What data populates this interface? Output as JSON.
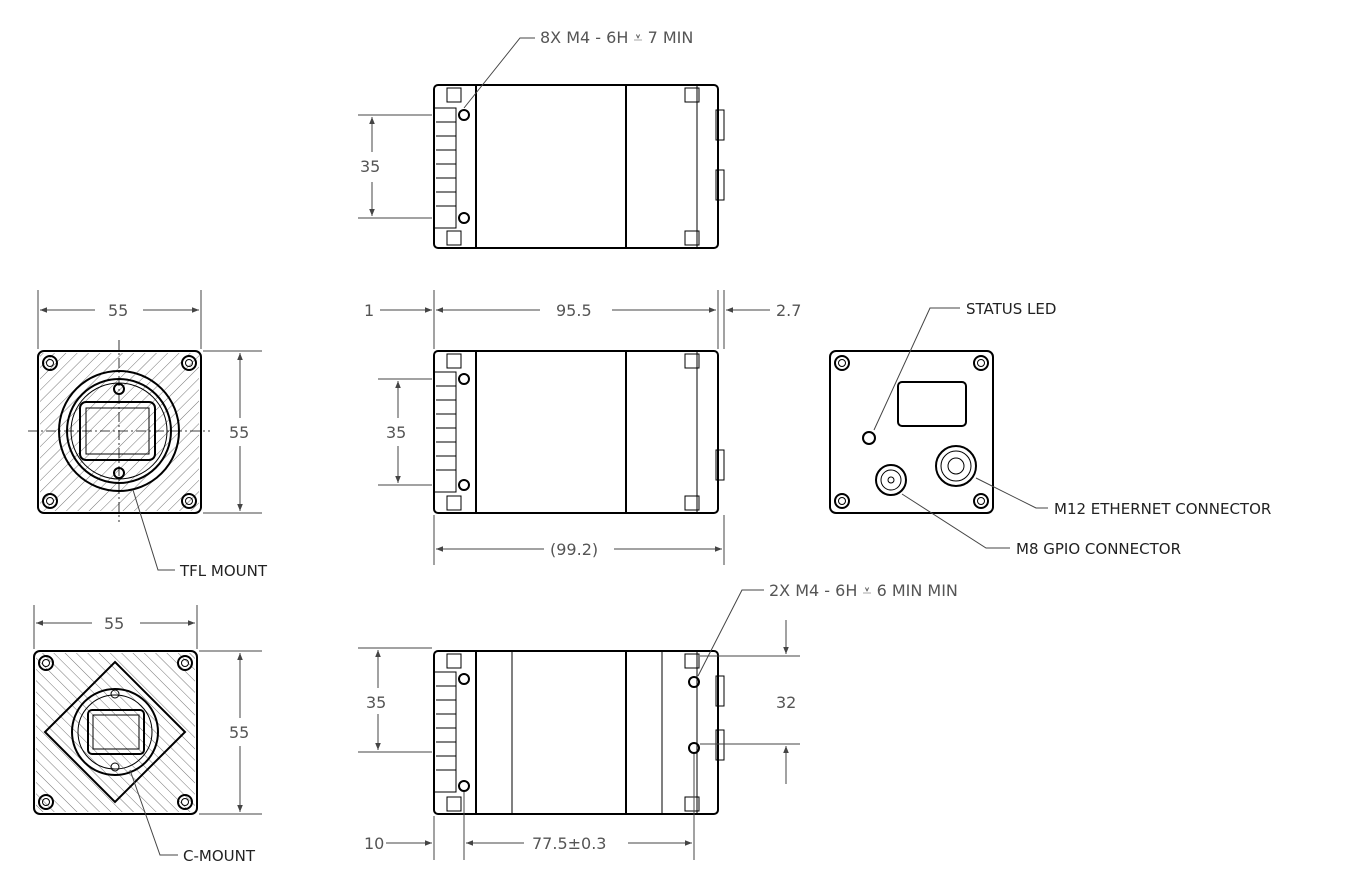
{
  "callouts": {
    "top_holes": "8X M4 - 6H ⩡ 7 MIN",
    "bottom_holes": "2X M4 - 6H ⩡ 6 MIN MIN",
    "status_led": "STATUS LED",
    "m12": "M12 ETHERNET CONNECTOR",
    "m8": "M8 GPIO CONNECTOR",
    "tfl": "TFL MOUNT",
    "cmount": "C-MOUNT"
  },
  "dimensions": {
    "top_height": "35",
    "front_tfl_width": "55",
    "front_tfl_height": "55",
    "side_left_offset": "1",
    "side_length": "95.5",
    "side_right_offset": "2.7",
    "side_height": "35",
    "side_total": "(99.2)",
    "front_c_width": "55",
    "front_c_height": "55",
    "bottom_height": "35",
    "bottom_right_height": "32",
    "bottom_offset": "10",
    "bottom_hole_spacing": "77.5±0.3"
  },
  "colors": {
    "line": "#000000",
    "dimension": "#555555",
    "background": "#ffffff"
  }
}
